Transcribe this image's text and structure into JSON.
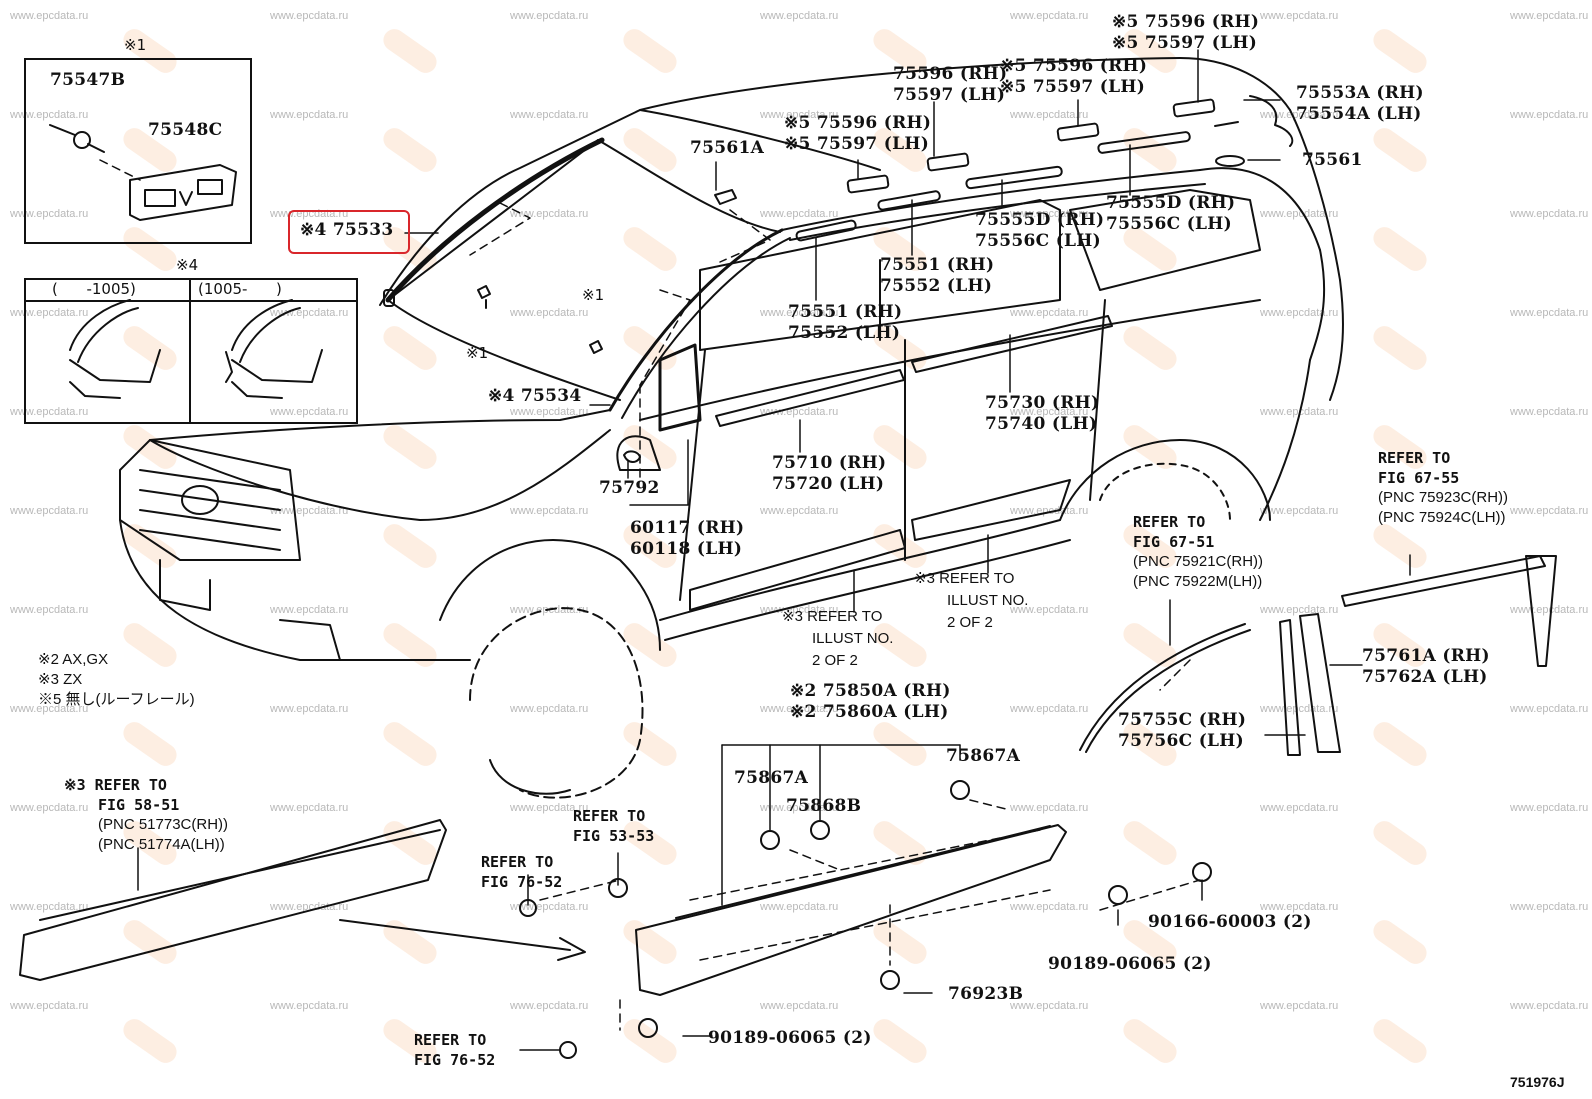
{
  "diagram": {
    "illustration_number": "751976J",
    "watermark_text": "www.epcdata.ru",
    "highlight_color": "#d9262b",
    "watermark_logo_color": "#f4b27a"
  },
  "inset_boxes": {
    "clip_box": {
      "mark": "※1",
      "parts": [
        "75547B",
        "75548C"
      ]
    },
    "windshield_box": {
      "mark": "※4",
      "columns": [
        {
          "header": "(      -1005)"
        },
        {
          "header": "(1005-      )"
        }
      ]
    }
  },
  "callouts": {
    "p75533": "※4 75533",
    "p75534": "※4 75534",
    "clip_a": "※1",
    "clip_b": "※1",
    "p75561A": "75561A",
    "p75596_front": [
      "※5 75596 (RH)",
      "※5 75597 (LH)"
    ],
    "p75596_mid": [
      "75596 (RH)",
      "75597 (LH)"
    ],
    "p75596_rear1": [
      "※5 75596 (RH)",
      "※5 75597 (LH)"
    ],
    "p75596_rear2": [
      "※5 75596 (RH)",
      "※5 75597 (LH)"
    ],
    "p75553A": [
      "75553A (RH)",
      "75554A (LH)"
    ],
    "p75561": "75561",
    "p75555D_a": [
      "75555D (RH)",
      "75556C (LH)"
    ],
    "p75555D_b": [
      "75555D (RH)",
      "75556C (LH)"
    ],
    "p75551_a": [
      "75551 (RH)",
      "75552 (LH)"
    ],
    "p75551_b": [
      "75551 (RH)",
      "75552 (LH)"
    ],
    "p75730": [
      "75730 (RH)",
      "75740 (LH)"
    ],
    "p75710": [
      "75710 (RH)",
      "75720 (LH)"
    ],
    "p75792": "75792",
    "p60117": [
      "60117 (RH)",
      "60118 (LH)"
    ],
    "refer_illust_a": [
      "※3 REFER TO",
      "ILLUST NO.",
      "2 OF 2"
    ],
    "refer_illust_b": [
      "※3 REFER TO",
      "ILLUST NO.",
      "2 OF 2"
    ],
    "refer_67_55": {
      "title": [
        "REFER TO",
        "FIG 67-55"
      ],
      "pnc": [
        "(PNC 75923C(RH))",
        "(PNC 75924C(LH))"
      ]
    },
    "refer_67_51": {
      "title": [
        "REFER TO",
        "FIG 67-51"
      ],
      "pnc": [
        "(PNC 75921C(RH))",
        "(PNC 75922M(LH))"
      ]
    },
    "p75761A": [
      "75761A (RH)",
      "75762A (LH)"
    ],
    "p75755C": [
      "75755C (RH)",
      "75756C (LH)"
    ],
    "p75850A": [
      "※2 75850A (RH)",
      "※2 75860A (LH)"
    ],
    "p75867A_left": "75867A",
    "p75867A_right": "75867A",
    "p75868B": "75868B",
    "refer_53_53": [
      "REFER TO",
      "FIG 53-53"
    ],
    "refer_76_52_a": [
      "REFER TO",
      "FIG 76-52"
    ],
    "refer_76_52_b": [
      "REFER TO",
      "FIG 76-52"
    ],
    "refer_58_51": {
      "title": [
        "※3 REFER TO",
        "FIG 58-51"
      ],
      "pnc": [
        "(PNC 51773C(RH))",
        "(PNC 51774A(LH))"
      ]
    },
    "p90166": "90166-60003 (2)",
    "p90189_a": "90189-06065 (2)",
    "p90189_b": "90189-06065 (2)",
    "p76923B": "76923B"
  },
  "legend": [
    "※2 AX,GX",
    "※3 ZX",
    "※5 無し(ルーフレール)"
  ]
}
